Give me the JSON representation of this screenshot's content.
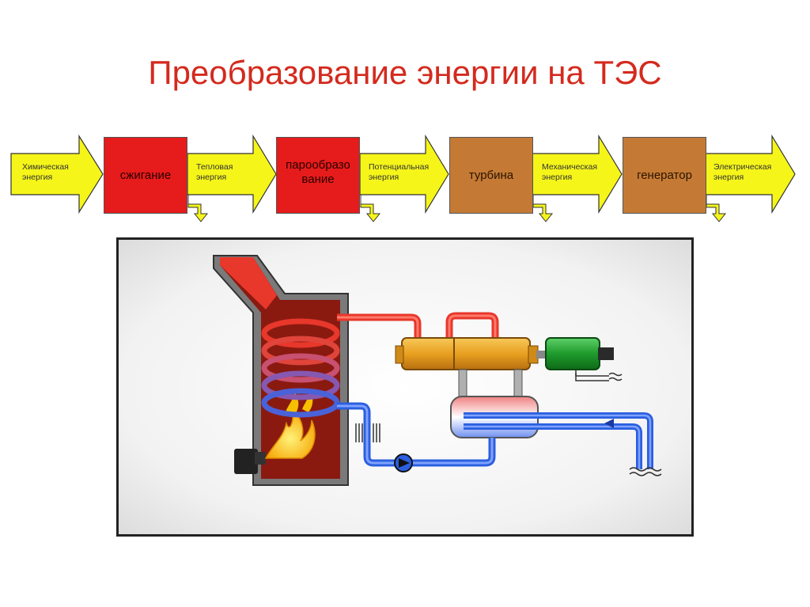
{
  "title": "Преобразование энергии на ТЭС",
  "flow": {
    "arrows": [
      {
        "label": "Химическая энергия"
      },
      {
        "label": "Тепловая энергия"
      },
      {
        "label": "Потенциальная энергия"
      },
      {
        "label": "Механическая энергия"
      },
      {
        "label": "Электрическая энергия"
      }
    ],
    "stages": [
      {
        "label": "сжигание"
      },
      {
        "label": "парообразование"
      },
      {
        "label": "турбина"
      },
      {
        "label": "генератор"
      }
    ]
  },
  "colors": {
    "title": "#d42a1e",
    "arrow": "#f5f51a",
    "stage_red": "#e61b1b",
    "stage_brown": "#c47a35",
    "hot_pipe": "#e8372b",
    "cold_pipe": "#2b5fe0",
    "turbine": "#e8a020",
    "generator": "#1e9a2c",
    "furnace_inner": "#8a1a10"
  }
}
